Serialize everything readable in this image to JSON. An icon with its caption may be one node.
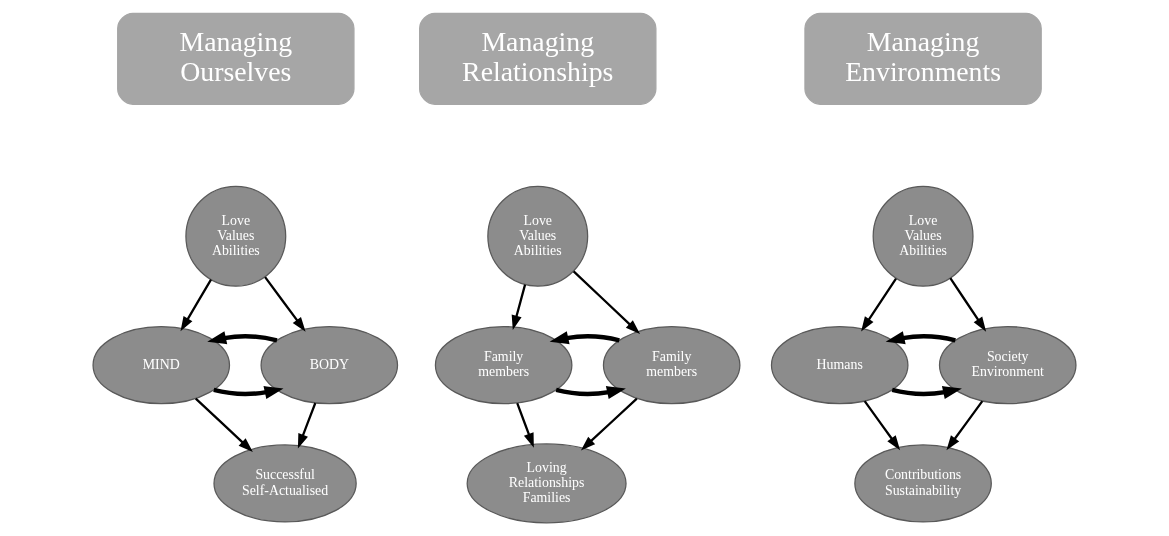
{
  "diagram": {
    "nodes": [
      {
        "text": [
          "Managing Ourselves"
        ]
      },
      {
        "text": [
          "Managing Relationships"
        ]
      },
      {
        "text": [
          "Managing Environments"
        ]
      },
      {
        "text": [
          "Love Values Abilities"
        ]
      },
      {
        "text": [
          "MIND"
        ]
      },
      {
        "text": [
          "BODY"
        ]
      },
      {
        "text": [
          "Successful Self-Actualised"
        ]
      },
      {
        "text": [
          "Love Values Abilities"
        ]
      },
      {
        "text": [
          "Family members"
        ]
      },
      {
        "text": [
          "Family members"
        ]
      },
      {
        "text": [
          "Loving Relationships Families"
        ]
      },
      {
        "text": [
          "Love Values Abilities"
        ]
      },
      {
        "text": [
          "Humans"
        ]
      },
      {
        "text": [
          "Society Environment"
        ]
      },
      {
        "text": [
          "Contributions Sustainability"
        ]
      }
    ],
    "edges": [
      {
        "from": 3,
        "to": 4,
        "arrow": "to"
      },
      {
        "from": 3,
        "to": 5,
        "arrow": "to"
      },
      {
        "from": 4,
        "to": 5,
        "arrow": "to",
        "style": "thick"
      },
      {
        "from": 5,
        "to": 4,
        "arrow": "to",
        "style": "thick"
      },
      {
        "from": 4,
        "to": 6,
        "arrow": "to"
      },
      {
        "from": 5,
        "to": 6,
        "arrow": "to"
      },
      {
        "from": 7,
        "to": 8,
        "arrow": "to"
      },
      {
        "from": 7,
        "to": 9,
        "arrow": "to"
      },
      {
        "from": 8,
        "to": 9,
        "arrow": "to",
        "style": "thick"
      },
      {
        "from": 9,
        "to": 8,
        "arrow": "to",
        "style": "thick"
      },
      {
        "from": 8,
        "to": 10,
        "arrow": "to"
      },
      {
        "from": 9,
        "to": 10,
        "arrow": "to"
      },
      {
        "from": 11,
        "to": 12,
        "arrow": "to"
      },
      {
        "from": 11,
        "to": 13,
        "arrow": "to"
      },
      {
        "from": 12,
        "to": 13,
        "arrow": "to",
        "style": "thick"
      },
      {
        "from": 13,
        "to": 12,
        "arrow": "to",
        "style": "thick"
      },
      {
        "from": 12,
        "to": 14,
        "arrow": "to"
      },
      {
        "from": 13,
        "to": 14,
        "arrow": "to"
      }
    ]
  }
}
